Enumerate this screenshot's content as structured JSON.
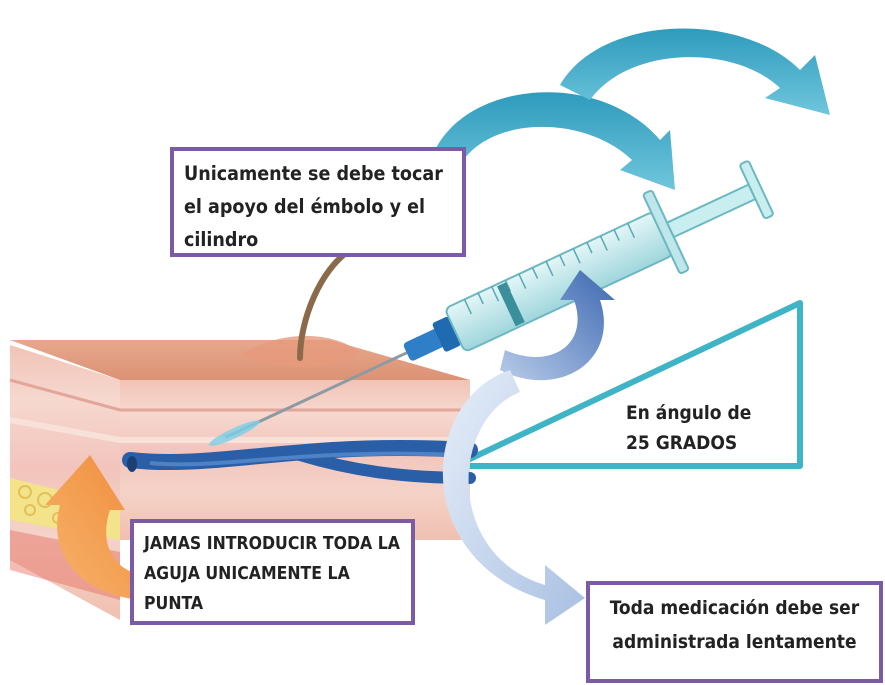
{
  "labels": {
    "top_note": [
      "Unicamente se debe tocar",
      "el apoyo del émbolo y el",
      "cilindro"
    ],
    "angle_note": [
      "En ángulo de",
      "25 GRADOS"
    ],
    "needle_note": [
      "JAMAS INTRODUCIR TODA LA",
      "AGUJA UNICAMENTE LA",
      "PUNTA"
    ],
    "speed_note": [
      "Toda medicación debe ser",
      "administrada lentamente"
    ]
  },
  "colors": {
    "box_border": "#7b5aa6",
    "big_arrows": "#3fa6c4",
    "angle_triangle": "#3fb4c6",
    "skin_top": "#e8a88e",
    "skin_layer": "#f2c9c0",
    "fat": "#f3e38a",
    "vein": "#2a5fa8",
    "syringe_barrel": "#bde7ea",
    "needle_hub": "#2f7fc8",
    "orange_arrow": "#f0a050",
    "rotate_arrow": "#3f6bb0"
  }
}
